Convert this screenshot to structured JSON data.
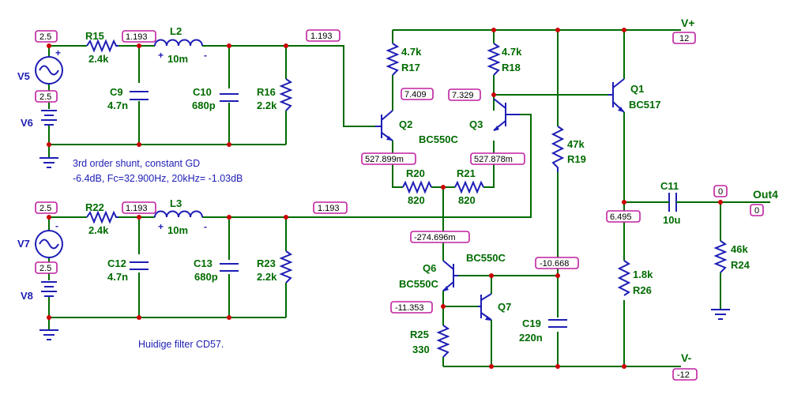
{
  "notes": {
    "filter_line1": "3rd order shunt, constant GD",
    "filter_line2": "-6.4dB, Fc=32.900Hz, 20kHz= -1.03dB",
    "caption": "Huidige filter CD57."
  },
  "sources": {
    "v5": "V5",
    "v6": "V6",
    "v7": "V7",
    "v8": "V8"
  },
  "components": {
    "r15": {
      "name": "R15",
      "value": "2.4k"
    },
    "l2": {
      "name": "L2",
      "value": "10m"
    },
    "c9": {
      "name": "C9",
      "value": "4.7n"
    },
    "c10": {
      "name": "C10",
      "value": "680p"
    },
    "r16": {
      "name": "R16",
      "value": "2.2k"
    },
    "r22": {
      "name": "R22",
      "value": "2.4k"
    },
    "l3": {
      "name": "L3",
      "value": "10m"
    },
    "c12": {
      "name": "C12",
      "value": "4.7n"
    },
    "c13": {
      "name": "C13",
      "value": "680p"
    },
    "r23": {
      "name": "R23",
      "value": "2.2k"
    },
    "r17": {
      "name": "R17",
      "value": "4.7k"
    },
    "r18": {
      "name": "R18",
      "value": "4.7k"
    },
    "r20": {
      "name": "R20",
      "value": "820"
    },
    "r21": {
      "name": "R21",
      "value": "820"
    },
    "r19": {
      "name": "R19",
      "value": "47k"
    },
    "r25": {
      "name": "R25",
      "value": "330"
    },
    "c19": {
      "name": "C19",
      "value": "220n"
    },
    "c11": {
      "name": "C11",
      "value": "10u"
    },
    "r26": {
      "name": "R26",
      "value": "1.8k"
    },
    "r24": {
      "name": "R24",
      "value": "46k"
    },
    "q1": {
      "name": "Q1",
      "value": "BC517"
    },
    "q2": {
      "name": "Q2"
    },
    "q3": {
      "name": "Q3"
    },
    "q23_model": "BC550C",
    "q6": {
      "name": "Q6",
      "value": "BC550C"
    },
    "q7": {
      "name": "Q7"
    },
    "q6_model_top": "BC550C"
  },
  "nodes": {
    "vplus": "V+",
    "vminus": "V-",
    "out": "Out4"
  },
  "polarity": {
    "plus": "+",
    "minus": "-"
  },
  "voltages": {
    "v5_top": "2.5",
    "v5_bot": "2.5",
    "n1_top": "1.193",
    "n1_right": "1.193",
    "v7_top": "2.5",
    "v7_bot": "2.5",
    "n2_top": "1.193",
    "n2_right": "1.193",
    "q2_col": "7.409",
    "q3_col": "7.329",
    "q2_emit": "527.899m",
    "q3_emit": "527.878m",
    "tail": "-274.696m",
    "q6_emit": "-11.353",
    "q6_base": "-10.668",
    "out_node": "6.495",
    "c11_right": "0",
    "out4": "0",
    "vplus": "12",
    "vminus": "-12"
  }
}
